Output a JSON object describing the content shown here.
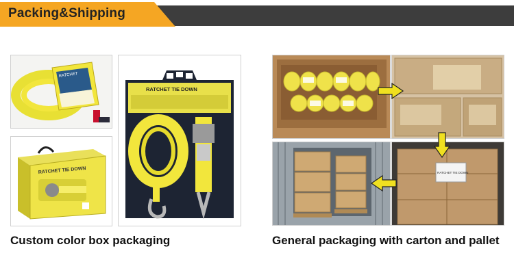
{
  "header": {
    "title": "Packing&Shipping"
  },
  "left": {
    "box1_label": "RATCHET",
    "box2_label": "RATCHET TIE DOWN",
    "card_label": "RATCHET TIE DOWN",
    "caption": "Custom color box packaging"
  },
  "right": {
    "carton_label": "RATCHET TIE DOWN",
    "caption": "General packaging with carton and pallet"
  },
  "colors": {
    "accent": "#f5a623",
    "banner": "#3d3d3d",
    "strap": "#f2e63c",
    "arrow": "#f0e020"
  }
}
